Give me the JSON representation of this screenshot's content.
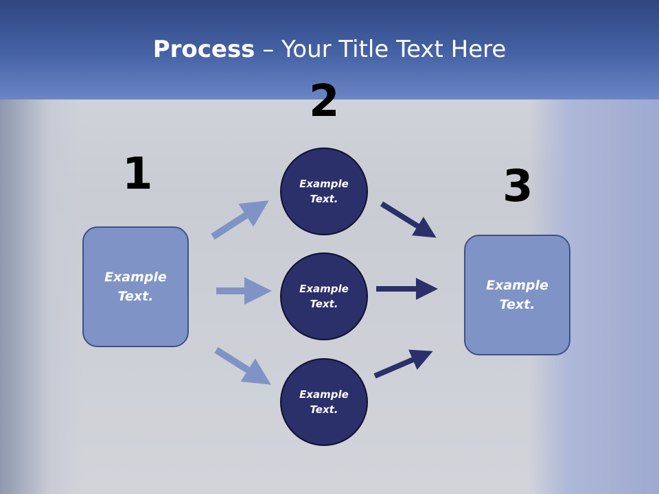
{
  "slide": {
    "title_bold": "Process",
    "title_rest": " – Your Title Text Here"
  },
  "steps": {
    "one": "1",
    "two": "2",
    "three": "3"
  },
  "left_box": {
    "text": "Example Text."
  },
  "circles": [
    {
      "text": "Example Text."
    },
    {
      "text": "Example Text."
    },
    {
      "text": "Example Text."
    }
  ],
  "right_box": {
    "text": "Example Text."
  },
  "colors": {
    "light_arrow": "#7f93c6",
    "dark_arrow": "#2b2f6a",
    "circle_fill": "#2b2f6a",
    "box_fill": "#7f93c6"
  }
}
